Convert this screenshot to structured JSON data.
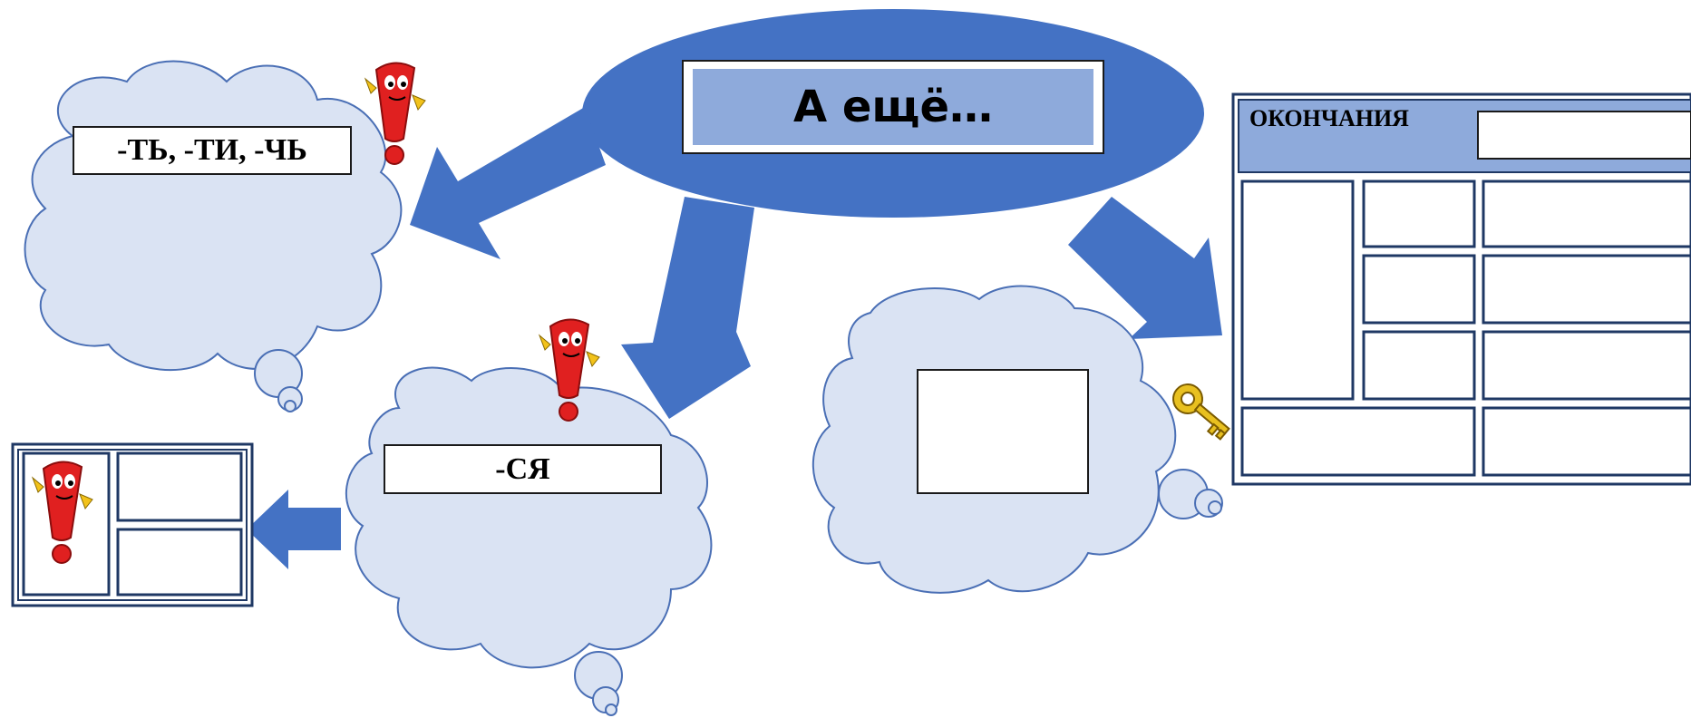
{
  "title": "А ещё…",
  "labels": {
    "endings_infinitive": "-ТЬ, -ТИ, -ЧЬ",
    "reflexive": "-СЯ",
    "table_header": "ОКОНЧАНИЯ"
  },
  "colors": {
    "arrow": "#4472c4",
    "ellipse": "#4472c4",
    "title_fill": "#8eaadb",
    "cloud_fill": "#dae3f3",
    "cloud_stroke": "#4a6fb5",
    "table_border": "#1f3864",
    "table_header": "#8eaadb",
    "exclamation": "#e02020",
    "key": "#e8c020"
  },
  "icons": [
    "exclamation-mascot-icon",
    "key-icon"
  ]
}
